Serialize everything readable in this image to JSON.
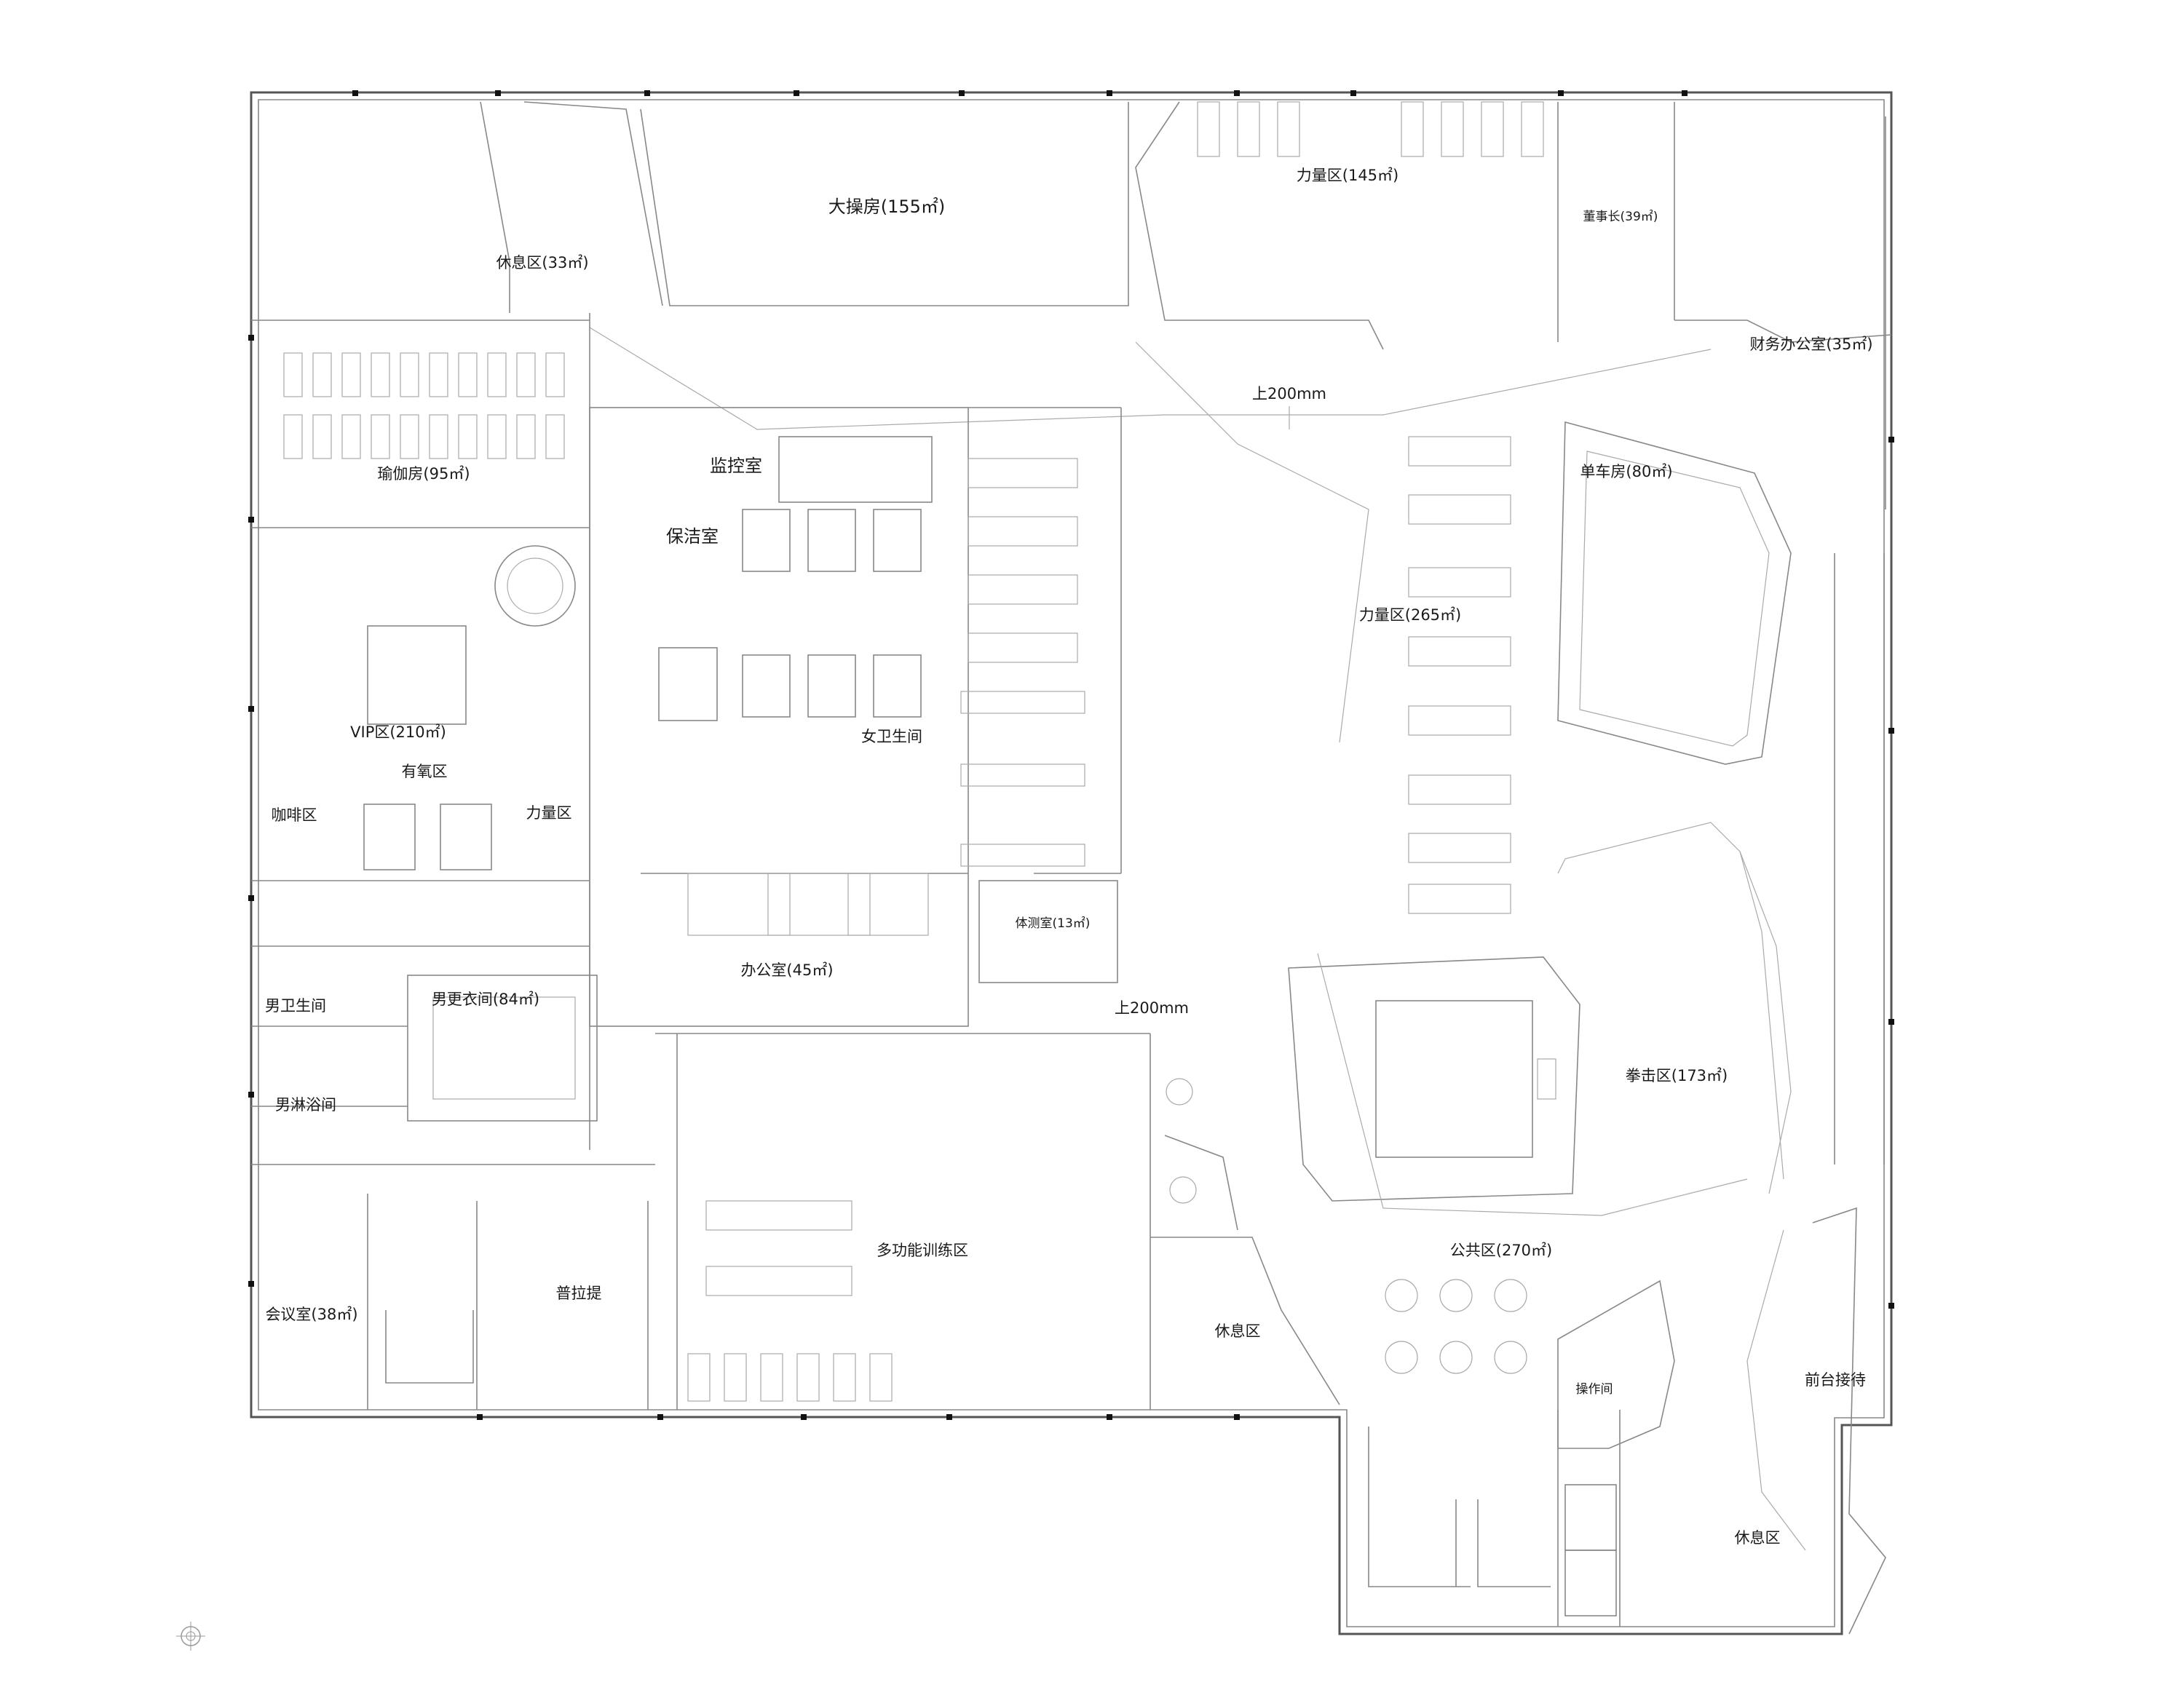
{
  "rooms": [
    {
      "id": "main-aerobics",
      "name": "大操房(155㎡)"
    },
    {
      "id": "rest-top",
      "name": "休息区(33㎡)"
    },
    {
      "id": "yoga",
      "name": "瑜伽房(95㎡)"
    },
    {
      "id": "monitor",
      "name": "监控室"
    },
    {
      "id": "cleaning",
      "name": "保洁室"
    },
    {
      "id": "strength-145",
      "name": "力量区(145㎡)"
    },
    {
      "id": "chairman",
      "name": "董事长(39㎡)"
    },
    {
      "id": "finance",
      "name": "财务办公室(35㎡)"
    },
    {
      "id": "spin",
      "name": "单车房(80㎡)"
    },
    {
      "id": "strength-265",
      "name": "力量区(265㎡)"
    },
    {
      "id": "vip",
      "name": "VIP区(210㎡)"
    },
    {
      "id": "aerobic",
      "name": "有氧区"
    },
    {
      "id": "cafe",
      "name": "咖啡区"
    },
    {
      "id": "strength-vip",
      "name": "力量区"
    },
    {
      "id": "womens-wc",
      "name": "女卫生间"
    },
    {
      "id": "fitness-test",
      "name": "体测室(13㎡)"
    },
    {
      "id": "office",
      "name": "办公室(45㎡)"
    },
    {
      "id": "mens-wc",
      "name": "男卫生间"
    },
    {
      "id": "mens-locker",
      "name": "男更衣间(84㎡)"
    },
    {
      "id": "mens-shower",
      "name": "男淋浴间"
    },
    {
      "id": "boxing",
      "name": "拳击区(173㎡)"
    },
    {
      "id": "multi",
      "name": "多功能训练区"
    },
    {
      "id": "public",
      "name": "公共区(270㎡)"
    },
    {
      "id": "meeting",
      "name": "会议室(38㎡)"
    },
    {
      "id": "pilates",
      "name": "普拉提"
    },
    {
      "id": "rest-mid",
      "name": "休息区"
    },
    {
      "id": "operation",
      "name": "操作间"
    },
    {
      "id": "reception",
      "name": "前台接待"
    },
    {
      "id": "rest-bottom",
      "name": "休息区"
    }
  ],
  "annotations": [
    {
      "id": "level-top",
      "text": "上200mm"
    },
    {
      "id": "level-mid",
      "text": "上200mm"
    }
  ],
  "colors": {
    "wall": "#555555",
    "line": "#888888",
    "text": "#1a1a1a"
  },
  "icons": [
    "north-arrow-icon"
  ]
}
